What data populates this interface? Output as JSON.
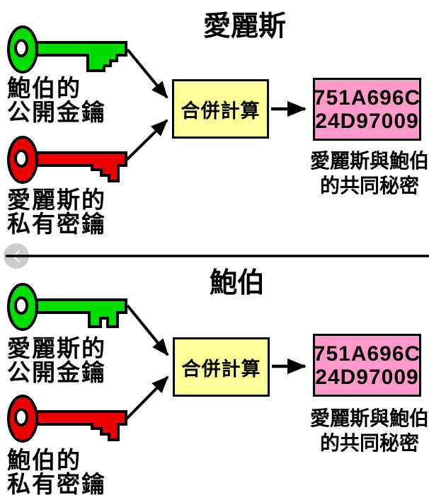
{
  "colors": {
    "background": "#FFFFFF",
    "outline": "#000000",
    "key_green": "#00DD00",
    "key_red": "#EE0000",
    "key_hole": "#FFFFFF",
    "compute_box_bg": "#FFFF99",
    "secret_box_bg": "#FF99CC",
    "nav_circle": "#CCCCCC",
    "nav_chevron": "#F2F2F2"
  },
  "nav": {
    "icon": "chevron-left-icon"
  },
  "panels": [
    {
      "title": "愛麗斯",
      "public_key": {
        "icon": "green-key-icon",
        "label_line1": "鮑伯的",
        "label_line2": "公開金鑰"
      },
      "private_key": {
        "icon": "red-key-icon",
        "label_line1": "愛麗斯的",
        "label_line2": "私有密鑰"
      },
      "compute_box": {
        "label": "合併計算"
      },
      "secret_box": {
        "line1": "751A696C",
        "line2": "24D97009"
      },
      "secret_caption": {
        "line1": "愛麗斯與鮑伯",
        "line2": "的共同秘密"
      }
    },
    {
      "title": "鮑伯",
      "public_key": {
        "icon": "green-key-icon",
        "label_line1": "愛麗斯的",
        "label_line2": "公開金鑰"
      },
      "private_key": {
        "icon": "red-key-icon",
        "label_line1": "鮑伯的",
        "label_line2": "私有密鑰"
      },
      "compute_box": {
        "label": "合併計算"
      },
      "secret_box": {
        "line1": "751A696C",
        "line2": "24D97009"
      },
      "secret_caption": {
        "line1": "愛麗斯與鮑伯",
        "line2": "的共同秘密"
      }
    }
  ]
}
